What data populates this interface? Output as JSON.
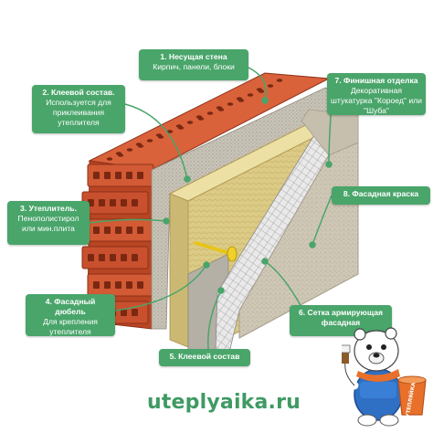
{
  "callouts": [
    {
      "id": "c1",
      "title": "1. Несущая стена",
      "sub": "Кирпич, панели, блоки"
    },
    {
      "id": "c2",
      "title": "2. Клеевой состав.",
      "sub": "Используется для приклеивания утеплителя"
    },
    {
      "id": "c3",
      "title": "3. Утеплитель.",
      "sub": "Пенополистирол или мин.плита"
    },
    {
      "id": "c4",
      "title": "4. Фасадный дюбель",
      "sub": "Для крепления утеплителя"
    },
    {
      "id": "c5",
      "title": "5. Клеевой состав",
      "sub": ""
    },
    {
      "id": "c6",
      "title": "6. Сетка армирующая фасадная",
      "sub": ""
    },
    {
      "id": "c7",
      "title": "7. Финишная отделка",
      "sub": "Декоративная штукатурка \"Короед\" или \"Шуба\""
    },
    {
      "id": "c8",
      "title": "8. Фасадная краска",
      "sub": ""
    }
  ],
  "website": "uteplyaika.ru",
  "mascot": {
    "icon": "polar-bear-painter-icon",
    "bucket_label": "УТЕПЛЯЙКА"
  },
  "colors": {
    "callout": "#49a56a",
    "brick": "#c9502e",
    "brick_dark": "#8d3018",
    "insulation": "#e0cf8c",
    "plaster": "#bdb8ac",
    "finish": "#cfc7b5",
    "mesh": "#eeeeee",
    "dowel": "#e6c51b",
    "website": "#3f9a63"
  }
}
